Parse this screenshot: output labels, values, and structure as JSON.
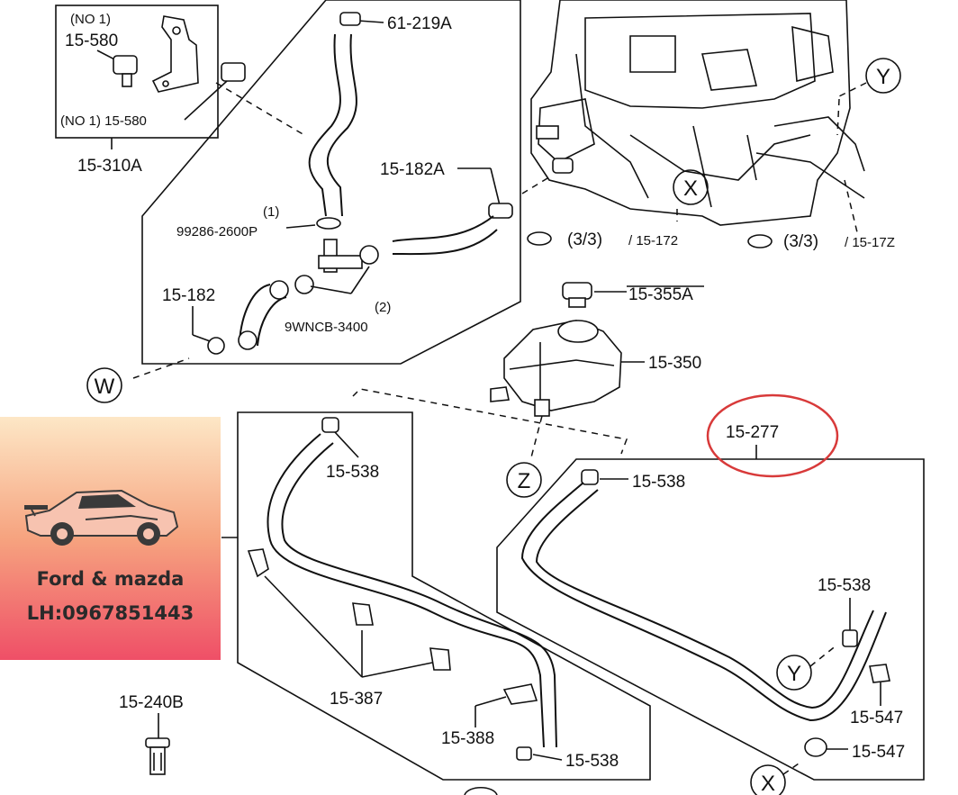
{
  "diagram": {
    "labels": {
      "no1_top": "(NO 1)",
      "p15_580_top": "15-580",
      "no1_bottom": "(NO 1) 15-580",
      "p15_310A": "15-310A",
      "p61_219A": "61-219A",
      "p15_182A": "15-182A",
      "p1": "(1)",
      "p99286": "99286-2600P",
      "p15_182": "15-182",
      "p2": "(2)",
      "p9WNCB": "9WNCB-3400",
      "ref33_a": "(3/3)",
      "ref15_172": "/ 15-172",
      "ref33_b": "(3/3)",
      "ref15_17Z": "/ 15-17Z",
      "p15_355A": "15-355A",
      "p15_350": "15-350",
      "p15_277": "15-277",
      "p15_538_a": "15-538",
      "p15_538_b": "15-538",
      "p15_538_c": "15-538",
      "p15_538_d": "15-538",
      "p15_387": "15-387",
      "p15_388": "15-388",
      "p15_547_a": "15-547",
      "p15_547_b": "15-547",
      "p15_240B": "15-240B",
      "circle_W": "W",
      "circle_X1": "X",
      "circle_X2": "X",
      "circle_Y1": "Y",
      "circle_Y2": "Y",
      "circle_Z": "Z"
    },
    "highlight_color": "#d83a3a"
  },
  "promo": {
    "line1": "Ford & mazda",
    "line2": "LH:0967851443"
  }
}
